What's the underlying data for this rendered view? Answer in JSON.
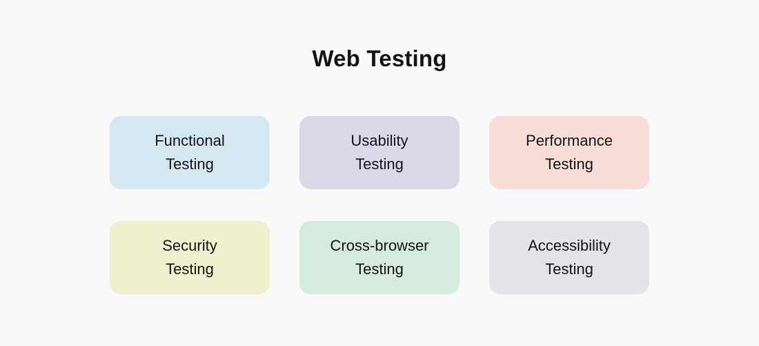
{
  "title": "Web Testing",
  "colors": {
    "background": "#f9f9fa",
    "text": "#141416"
  },
  "cards": [
    {
      "label": "Functional Testing",
      "lines": [
        "Functional",
        "Testing"
      ],
      "bg": "#d4e8f1"
    },
    {
      "label": "Usability Testing",
      "lines": [
        "Usability",
        "Testing"
      ],
      "bg": "#dbd8e8"
    },
    {
      "label": "Performance Testing",
      "lines": [
        "Performance",
        "Testing"
      ],
      "bg": "#f7dcd8"
    },
    {
      "label": "Security Testing",
      "lines": [
        "Security",
        "Testing"
      ],
      "bg": "#eff0cd"
    },
    {
      "label": "Cross-browser Testing",
      "lines": [
        "Cross-browser",
        "Testing"
      ],
      "bg": "#d4ebdd"
    },
    {
      "label": "Accessibility Testing",
      "lines": [
        "Accessibility",
        "Testing"
      ],
      "bg": "#e3e4e8"
    }
  ]
}
